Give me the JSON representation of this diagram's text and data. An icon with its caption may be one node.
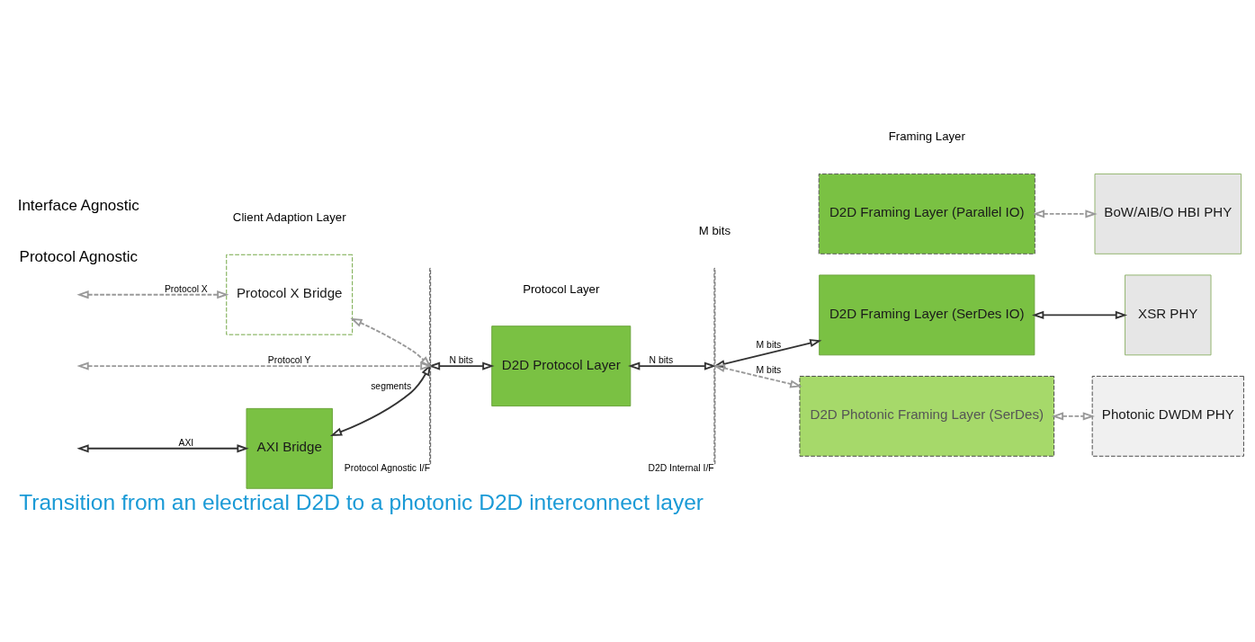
{
  "diagram": {
    "caption": "Transition from an electrical D2D to a photonic D2D interconnect layer",
    "nodes": [
      {
        "text": [
          "AXI Bridge"
        ]
      },
      {
        "text": [
          "Protocol X Bridge"
        ]
      },
      {
        "text": [],
        "shape": "bar",
        "beside": [
          "Protocol Agnostic I/F"
        ]
      },
      {
        "text": [
          "D2D Protocol Layer"
        ]
      },
      {
        "text": [],
        "shape": "bar",
        "beside": [
          "D2D Internal I/F"
        ]
      },
      {
        "text": [
          "D2D Framing Layer (SerDes IO)"
        ]
      },
      {
        "text": [
          "D2D Framing Layer (Parallel IO)"
        ]
      },
      {
        "text": [
          "D2D Photonic Framing Layer (SerDes)"
        ]
      },
      {
        "text": [
          "XSR PHY"
        ]
      },
      {
        "text": [
          "BoW/AIB/O HBI PHY"
        ]
      },
      {
        "text": [
          "Photonic DWDM PHY"
        ]
      }
    ],
    "edges": [
      {
        "from": null,
        "to": 0,
        "arrow": "both",
        "label": "AXI"
      },
      {
        "from": 0,
        "to": 2,
        "arrow": "both",
        "label": "segments"
      },
      {
        "from": 2,
        "to": 3,
        "arrow": "both",
        "label": "N bits"
      },
      {
        "from": 3,
        "to": 4,
        "arrow": "both",
        "label": "N bits"
      },
      {
        "from": 4,
        "to": 5,
        "arrow": "both",
        "label": "M bits"
      },
      {
        "from": 5,
        "to": 8,
        "arrow": "both"
      },
      {
        "from": null,
        "to": 1,
        "arrow": "both",
        "label": "Protocol X",
        "style": "dashed",
        "color": "#999999"
      },
      {
        "from": 1,
        "to": 2,
        "arrow": "both",
        "style": "dashed",
        "color": "#999999"
      },
      {
        "from": null,
        "to": 2,
        "arrow": "both",
        "label": "Protocol Y",
        "style": "dashed",
        "color": "#999999"
      },
      {
        "from": 6,
        "to": 9,
        "arrow": "both",
        "style": "dashed",
        "color": "#999999"
      },
      {
        "from": 4,
        "to": 7,
        "arrow": "both",
        "label": "M bits",
        "style": "dashed",
        "color": "#999999"
      },
      {
        "from": 7,
        "to": 10,
        "arrow": "both",
        "style": "dashed",
        "color": "#999999"
      }
    ],
    "labels": [
      "Client Adaption Layer",
      "Protocol Layer",
      "Framing Layer",
      "Protocol Agnostic",
      "M bits",
      "Interface Agnostic"
    ]
  }
}
